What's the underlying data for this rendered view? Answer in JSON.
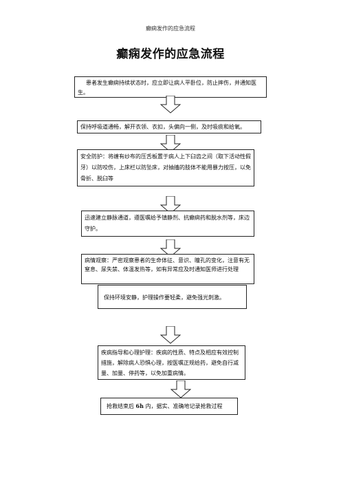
{
  "header": "癫痫发作的应急流程",
  "title": "癫痫发作的应急流程",
  "steps": [
    "患者发生癫痫持续状态时，应立即让病人平卧位，防止摔伤，并通知医生。",
    "保持呼吸道通畅，解开衣领、衣扣，头偏向一侧，及时吸痰和给氧。",
    "安全防护：将缠有纱布的压舌板置于病人上下臼齿之间（取下活动性假牙）以防咬伤，上床栏以防坠床，对抽搐的肢体不能用暴力按压，以免骨折、脱臼等",
    "迅速建立静脉通道，遵医嘱给予镇静剂、抗癫痫药和脱水剂等，床边守护。",
    "病情观察：严密观察患者的生命体征、意识、瞳孔的变化，注意有无窒息、尿失禁、体温发热等，如有异常应及时通知医师进行处理",
    "保持环境安静，护理操作要轻柔，避免强光刺激。",
    "疾病指导和心理护理：疾病的性质、特点及相应有效控制措施，解除病人恐惧心理，按医嘱正规给药，避免自行减量、加量、停药等，以免加重病情。"
  ],
  "final_step": {
    "prefix": "抢救结束后 ",
    "bold": "6h",
    "suffix": " 内，据实、准确地记录抢救过程"
  }
}
